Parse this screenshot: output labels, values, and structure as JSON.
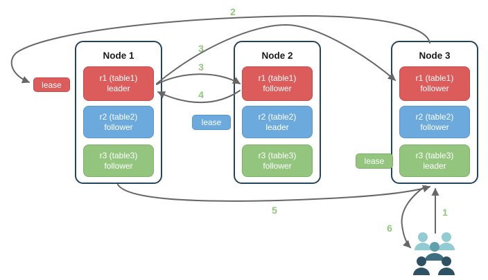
{
  "colors": {
    "canvas_bg": "#ffffff",
    "node_fill": "#ffffff",
    "node_border": "#23445d",
    "title_text": "#1a1a1a",
    "box_text": "#ffffff",
    "red": "#db5c5b",
    "red_border": "#c24d4c",
    "blue": "#6ca9dc",
    "blue_border": "#5b97cb",
    "green": "#93c57e",
    "green_border": "#7db167",
    "arrow": "#666666",
    "step_label": "#90c77b",
    "people_light": "#92cbd1",
    "people_mid": "#5fa0ac",
    "people_middark": "#3e6f80",
    "people_dark": "#2e5263"
  },
  "nodes": [
    {
      "title": "Node 1",
      "replicas": [
        {
          "name": "r1 (table1)",
          "role": "leader",
          "color": "red"
        },
        {
          "name": "r2 (table2)",
          "role": "follower",
          "color": "blue"
        },
        {
          "name": "r3 (table3)",
          "role": "follower",
          "color": "green"
        }
      ]
    },
    {
      "title": "Node 2",
      "replicas": [
        {
          "name": "r1 (table1)",
          "role": "follower",
          "color": "red"
        },
        {
          "name": "r2 (table2)",
          "role": "leader",
          "color": "blue"
        },
        {
          "name": "r3 (table3)",
          "role": "follower",
          "color": "green"
        }
      ]
    },
    {
      "title": "Node 3",
      "replicas": [
        {
          "name": "r1 (table1)",
          "role": "follower",
          "color": "red"
        },
        {
          "name": "r2 (table2)",
          "role": "follower",
          "color": "blue"
        },
        {
          "name": "r3 (table3)",
          "role": "leader",
          "color": "green"
        }
      ]
    }
  ],
  "leases": [
    {
      "label": "lease",
      "color": "red"
    },
    {
      "label": "lease",
      "color": "blue"
    },
    {
      "label": "lease",
      "color": "green"
    }
  ],
  "steps": [
    {
      "label": "1"
    },
    {
      "label": "2"
    },
    {
      "label": "3"
    },
    {
      "label": "3"
    },
    {
      "label": "4"
    },
    {
      "label": "5"
    },
    {
      "label": "6"
    }
  ],
  "edges": [
    {
      "step": "1",
      "from": "users",
      "to": "node3"
    },
    {
      "step": "2",
      "from": "node3",
      "to": "lease-red"
    },
    {
      "step": "3",
      "from": "node1-r1-leader",
      "to": "node3-r1-follower"
    },
    {
      "step": "3",
      "from": "node1-r1-leader",
      "to": "node2-r1-follower"
    },
    {
      "step": "4",
      "from": "node2-r1-follower",
      "to": "node1-r1-leader"
    },
    {
      "step": "5",
      "from": "node1",
      "to": "node3"
    },
    {
      "step": "6",
      "from": "node3",
      "to": "users"
    }
  ]
}
